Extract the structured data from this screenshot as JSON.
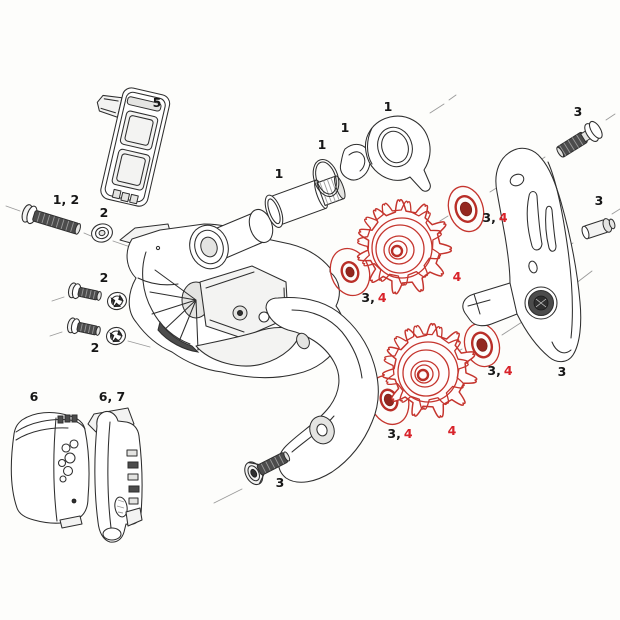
{
  "diagram": {
    "description": "Rear derailleur exploded parts diagram",
    "background": "#fdfdfb",
    "colors": {
      "line": "#2e2e2e",
      "highlight_red": "#c5352e",
      "highlight_red_dark": "#93271f",
      "label_black": "#161616",
      "label_red": "#d8232a",
      "leader_gray": "#9a9a9a",
      "dark_fill": "#4c4c4c"
    },
    "labels": [
      {
        "text": "5"
      },
      {
        "text": "1, 2"
      },
      {
        "text": "2"
      },
      {
        "text": "1"
      },
      {
        "text": "1"
      },
      {
        "text": "1"
      },
      {
        "text": "1"
      },
      {
        "text": "3"
      },
      {
        "text": "3"
      },
      {
        "text": "2"
      },
      {
        "text": "2"
      },
      {
        "text": "6"
      },
      {
        "text": "6, 7"
      },
      {
        "text": "3"
      },
      {
        "text": "3"
      },
      {
        "text": "4"
      },
      {
        "text": "4"
      }
    ],
    "dual_labels": [
      {
        "black": "3,",
        "red": "4"
      },
      {
        "black": "3,",
        "red": "4"
      },
      {
        "black": "3,",
        "red": "4"
      },
      {
        "black": "3,",
        "red": "4"
      }
    ]
  }
}
